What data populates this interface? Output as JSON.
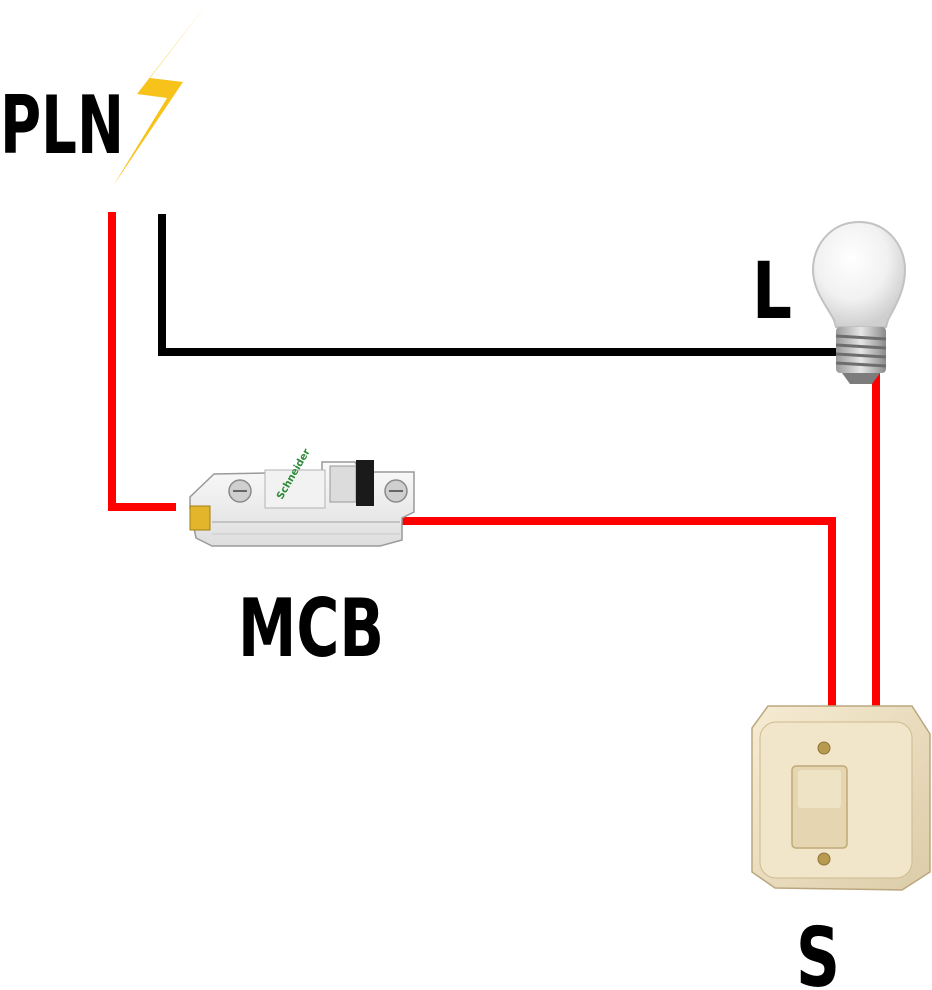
{
  "labels": {
    "source": "PLN",
    "lamp": "L",
    "breaker": "MCB",
    "switch": "S"
  },
  "icons": {
    "source": "lightning-bolt-icon",
    "lamp": "light-bulb-icon",
    "breaker": "circuit-breaker-icon",
    "switch": "wall-switch-icon",
    "breaker_brand": "Schneider"
  },
  "colors": {
    "phase_wire": "#ff0000",
    "neutral_wire": "#000000",
    "lightning": "#f7c21a",
    "switch_body": "#efe3c6"
  }
}
